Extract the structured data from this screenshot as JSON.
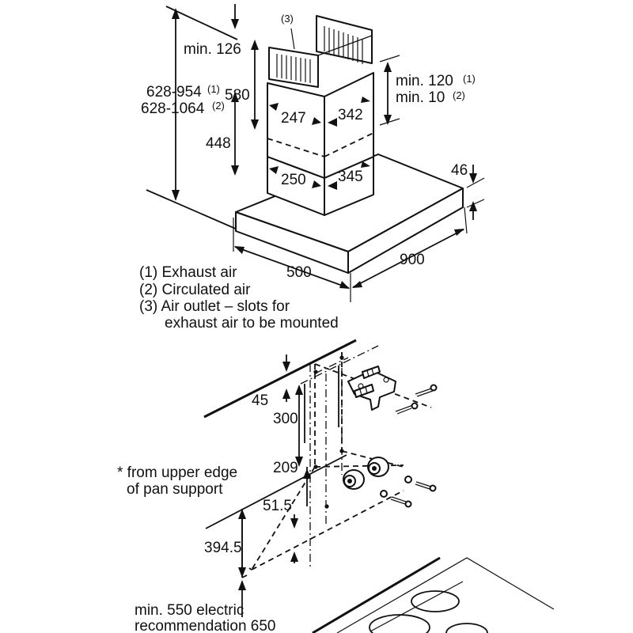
{
  "top_diagram": {
    "dim_total_exhaust": "628-954",
    "dim_total_exhaust_note": "(1)",
    "dim_total_circulated": "628-1064",
    "dim_total_circulated_note": "(2)",
    "dim_min_126": "min. 126",
    "dim_580": "580",
    "dim_448": "448",
    "dim_247": "247",
    "dim_342": "342",
    "dim_250": "250",
    "dim_345": "345",
    "dim_min_120": "min. 120",
    "dim_min_120_note": "(1)",
    "dim_min_10": "min. 10",
    "dim_min_10_note": "(2)",
    "dim_46": "46",
    "dim_500": "500",
    "dim_900": "900",
    "callout_3": "(3)"
  },
  "legend": [
    "(1) Exhaust air",
    "(2) Circulated air",
    "(3) Air outlet – slots for",
    "exhaust air to be mounted"
  ],
  "bottom_diagram": {
    "dim_45": "45",
    "dim_300": "300",
    "dim_209": "209",
    "dim_51_5": "51.5",
    "dim_394_5": "394.5",
    "note_pan_line1": "* from upper edge",
    "note_pan_line2": "of pan support",
    "note_min_550": "min. 550 electric",
    "note_recommendation": "recommendation 650"
  }
}
